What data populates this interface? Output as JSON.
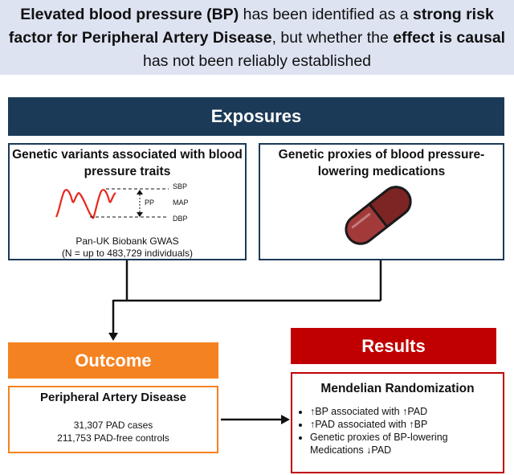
{
  "banner": {
    "p1": "Elevated blood pressure (BP)",
    "p2": " has been identified as a ",
    "p3": "strong risk factor for Peripheral Artery Disease",
    "p4": ", but whether the ",
    "p5": "effect is causal",
    "p6": " has not been reliably established"
  },
  "exposures": {
    "title": "Exposures",
    "left": {
      "title": "Genetic variants associated with blood pressure traits",
      "labels": {
        "sbp": "SBP",
        "pp": "PP",
        "map": "MAP",
        "dbp": "DBP"
      },
      "source": "Pan-UK Biobank GWAS",
      "n": "(N = up to 483,729 individuals)"
    },
    "right": {
      "title": "Genetic proxies of blood pressure-lowering medications",
      "icon": "pill-icon"
    }
  },
  "outcome": {
    "title": "Outcome",
    "disease": "Peripheral Artery Disease",
    "cases": "31,307 PAD cases",
    "controls": "211,753 PAD-free controls"
  },
  "results": {
    "title": "Results",
    "method": "Mendelian Randomization",
    "items": [
      "↑BP associated with ↑PAD",
      "↑PAD associated with ↑BP",
      "Genetic proxies of BP-lowering Medications ↓PAD"
    ]
  },
  "colors": {
    "navy": "#1b3a57",
    "orange": "#f58220",
    "red": "#c00000",
    "banner_bg": "#dde3f1"
  }
}
